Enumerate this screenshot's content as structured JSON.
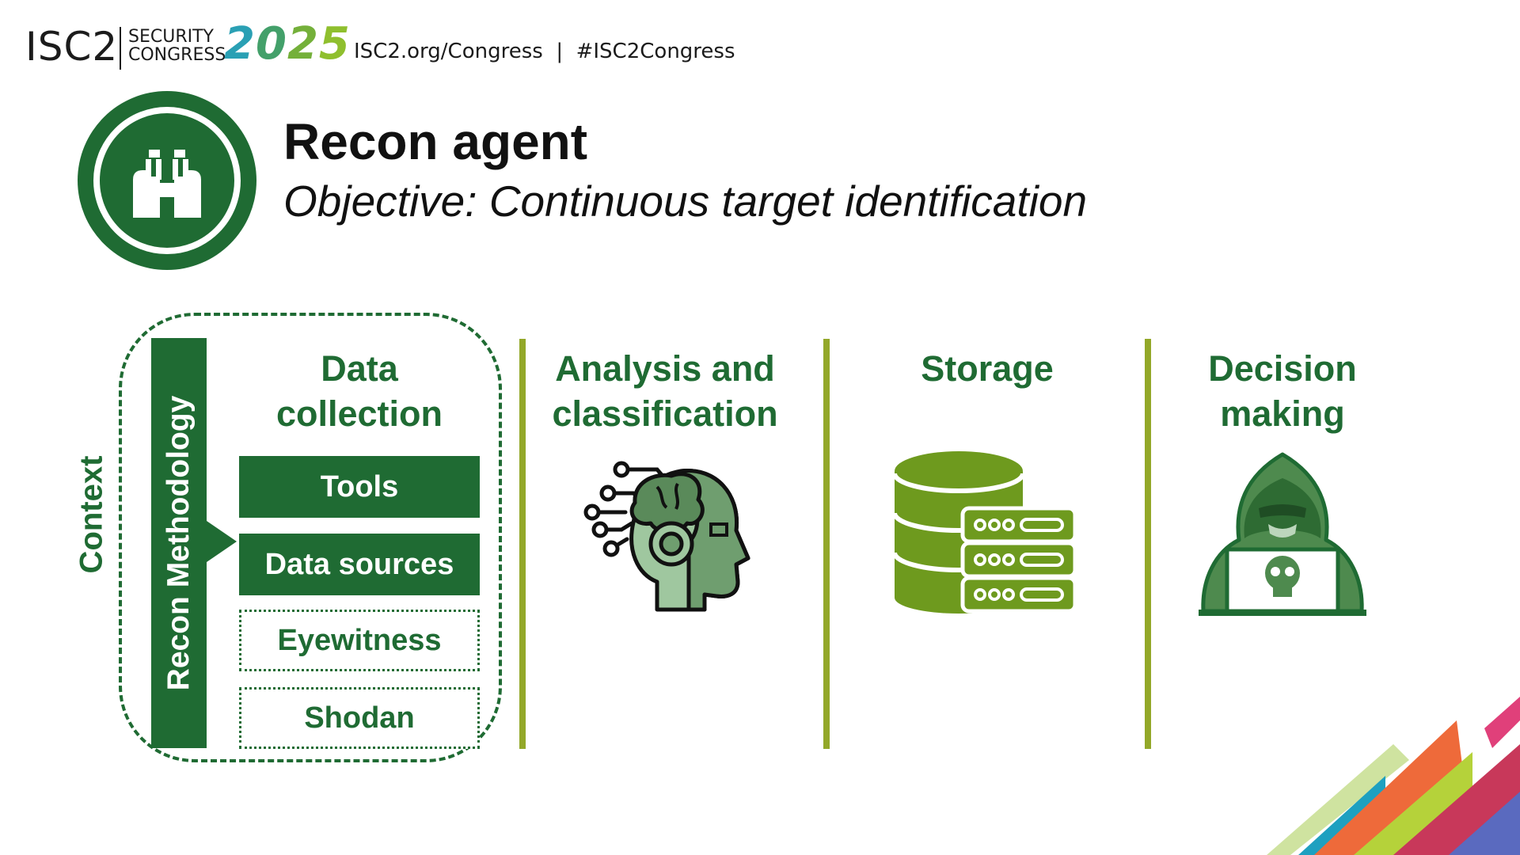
{
  "header": {
    "logo_org": "ISC2",
    "logo_line1": "SECURITY",
    "logo_line2": "CONGRESS",
    "logo_year_d1": "2",
    "logo_year_d2": "0",
    "logo_year_d3": "2",
    "logo_year_d4": "5",
    "url_text": "ISC2.org/Congress  |  #ISC2Congress"
  },
  "slide": {
    "title": "Recon agent",
    "subtitle": "Objective: Continuous target identification",
    "title_icon": "binoculars-icon"
  },
  "diagram": {
    "context_label": "Context",
    "methodology_label": "Recon Methodology",
    "columns": [
      {
        "heading_line1": "Data",
        "heading_line2": "collection"
      },
      {
        "heading_line1": "Analysis and",
        "heading_line2": "classification",
        "icon": "ai-brain-head-icon"
      },
      {
        "heading_line1": "Storage",
        "icon": "database-server-icon"
      },
      {
        "heading_line1": "Decision",
        "heading_line2": "making",
        "icon": "hooded-hacker-icon"
      }
    ],
    "data_boxes": [
      {
        "label": "Tools",
        "style": "solid"
      },
      {
        "label": "Data sources",
        "style": "solid"
      },
      {
        "label": "Eyewitness",
        "style": "dotted"
      },
      {
        "label": "Shodan",
        "style": "dotted"
      }
    ]
  },
  "colors": {
    "primary_green": "#1f6b33",
    "separator_olive": "#93a829",
    "storage_green": "#6e9a1e",
    "icon_green_light": "#8fbc8f"
  }
}
